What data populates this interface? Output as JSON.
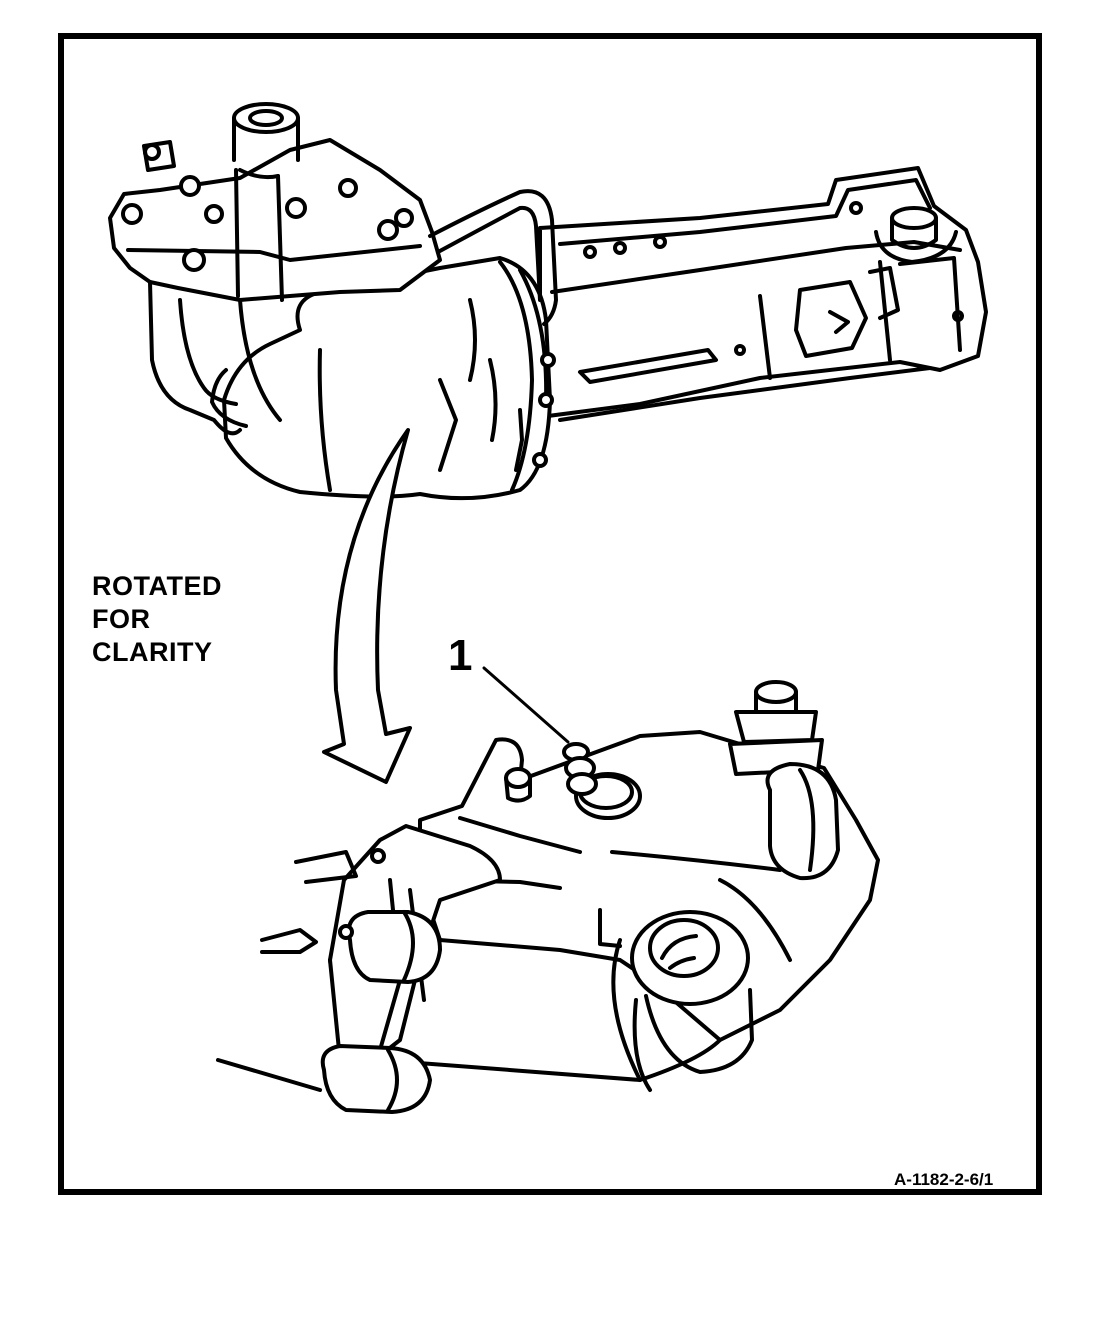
{
  "figure": {
    "callout_lines": [
      "ROTATED",
      "FOR",
      "CLARITY"
    ],
    "item_number": "1",
    "figure_id": "A-1182-2-6/1"
  },
  "colors": {
    "ink": "#000000",
    "paper": "#ffffff"
  },
  "illustration": {
    "upper_view": "steering-gear-assembly-on-bracket",
    "lower_view": "steering-gear-housing-rotated",
    "arrow": "rotation-arrow"
  }
}
